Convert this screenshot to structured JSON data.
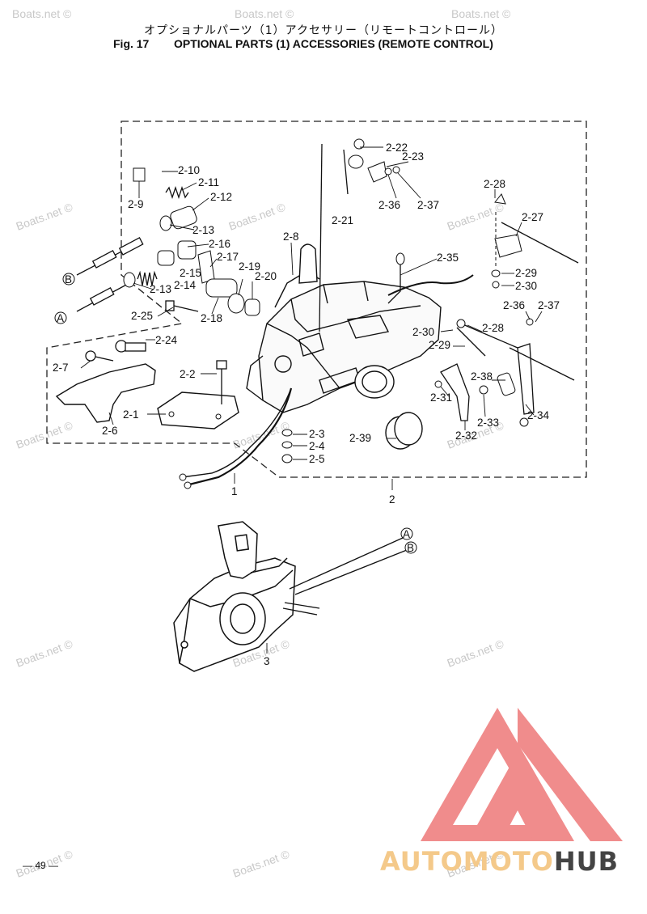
{
  "header": {
    "title_jp": "オプショナルパーツ（1）アクセサリー（リモートコントロール）",
    "fig_number": "Fig. 17",
    "fig_title": "OPTIONAL PARTS (1) ACCESSORIES (REMOTE CONTROL)"
  },
  "watermark": {
    "text": "Boats.net ©"
  },
  "part_labels": [
    "2-22",
    "2-23",
    "2-36",
    "2-37",
    "2-21",
    "2-10",
    "2-11",
    "2-12",
    "2-9",
    "2-13",
    "2-16",
    "2-17",
    "2-15",
    "2-14",
    "2-19",
    "2-20",
    "2-8",
    "2-13",
    "2-25",
    "2-18",
    "2-24",
    "2-7",
    "2-2",
    "2-6",
    "2-1",
    "2-35",
    "2-28",
    "2-27",
    "2-29",
    "2-30",
    "2-36",
    "2-37",
    "2-30",
    "2-28",
    "2-29",
    "2-38",
    "2-31",
    "2-33",
    "2-34",
    "2-32",
    "2-3",
    "2-4",
    "2-5",
    "2-39",
    "1",
    "2",
    "3"
  ],
  "callouts": {
    "a": "A",
    "b": "B"
  },
  "page_number": "— 49 —",
  "brand": {
    "part1": "AUTOMOTO",
    "part2": "HUB"
  },
  "colors": {
    "logo_red": "#f08c8c",
    "logo_orange": "#f4c98a",
    "logo_dark": "#444444"
  }
}
